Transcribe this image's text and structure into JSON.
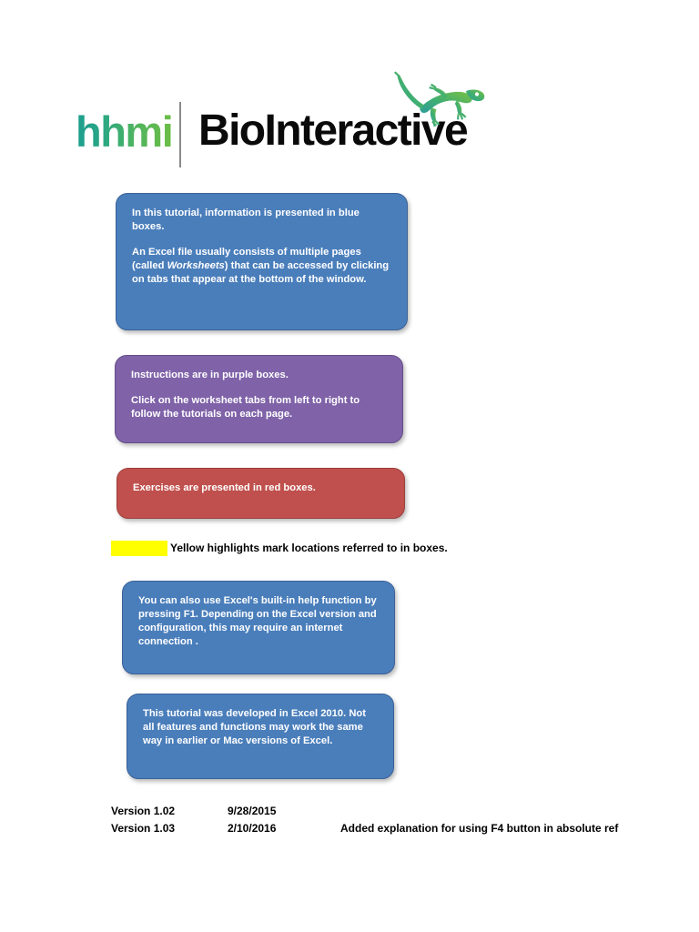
{
  "logo": {
    "hhmi_text": "hhmi",
    "bio_text": "BioInteractive",
    "gecko_icon": "gecko-icon",
    "colors": {
      "hhmi_gradient_start": "#1b9e8f",
      "hhmi_gradient_end": "#6cbe45",
      "bio_text_color": "#0a0a0a",
      "gecko_gradient_start": "#2f9e9a",
      "gecko_gradient_end": "#7ac143"
    }
  },
  "boxes": {
    "info": {
      "type": "blue",
      "color": "#4a7ebb",
      "paragraph_1": "In this tutorial, information is presented in blue boxes.",
      "paragraph_2_pre": " An Excel file usually consists of multiple pages (called ",
      "paragraph_2_italic": "Worksheets",
      "paragraph_2_post": ") that can be accessed by clicking on tabs that appear at the bottom of the window."
    },
    "instructions": {
      "type": "purple",
      "color": "#7f62a8",
      "paragraph_1": "Instructions are in purple boxes.",
      "paragraph_2": "Click on the worksheet tabs from left to right to follow the tutorials on each page."
    },
    "exercises": {
      "type": "red",
      "color": "#c0504d",
      "paragraph_1": "Exercises are presented in red boxes."
    },
    "help": {
      "type": "blue",
      "color": "#4a7ebb",
      "paragraph_1": "You can also use Excel's built-in help function by pressing F1. Depending on the Excel version and configuration, this may require an internet connection ."
    },
    "version_note": {
      "type": "blue",
      "color": "#4a7ebb",
      "paragraph_1": "This tutorial was developed in Excel 2010. Not all features and functions may work the same way in earlier or Mac versions of Excel."
    }
  },
  "highlight": {
    "swatch_color": "#ffff00",
    "text": "Yellow highlights mark locations referred to in boxes."
  },
  "version_table": {
    "rows": [
      {
        "label": "Version 1.02",
        "date": "9/28/2015",
        "note": ""
      },
      {
        "label": "Version 1.03",
        "date": "2/10/2016",
        "note": "Added explanation for using F4 button in absolute ref"
      }
    ]
  }
}
